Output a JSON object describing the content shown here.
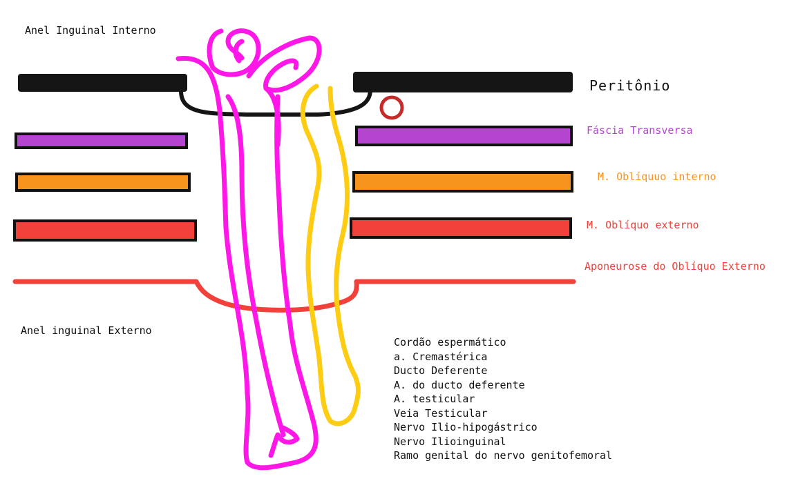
{
  "labels": {
    "anel_interno": "Anel Inguinal Interno",
    "peritonio": "Peritônio",
    "fascia": "Fáscia Transversa",
    "obliquo_interno": "M. Oblíquuo interno",
    "obliquo_externo": "M. Oblíquo externo",
    "aponeurose": "Aponeurose do Oblíquo Externo",
    "anel_externo": "Anel inguinal Externo"
  },
  "cord_items": [
    "Cordão espermático",
    "a. Cremastérica",
    "Ducto Deferente",
    "A. do ducto deferente",
    "A. testicular",
    "Veia Testicular",
    "Nervo Ilio-hipogástrico",
    "Nervo Ilioinguinal",
    "Ramo genital do nervo genitofemoral"
  ],
  "colors": {
    "peritonio": "#151515",
    "fascia": "#b545d0",
    "obliquo_interno": "#f7941d",
    "obliquo_externo": "#f2403a",
    "aponeurose": "#f2403a",
    "cord_magenta": "#ff17e8",
    "cord_yellow": "#ffcc14",
    "vessel_ring": "#c62a2a",
    "border": "#111111"
  }
}
